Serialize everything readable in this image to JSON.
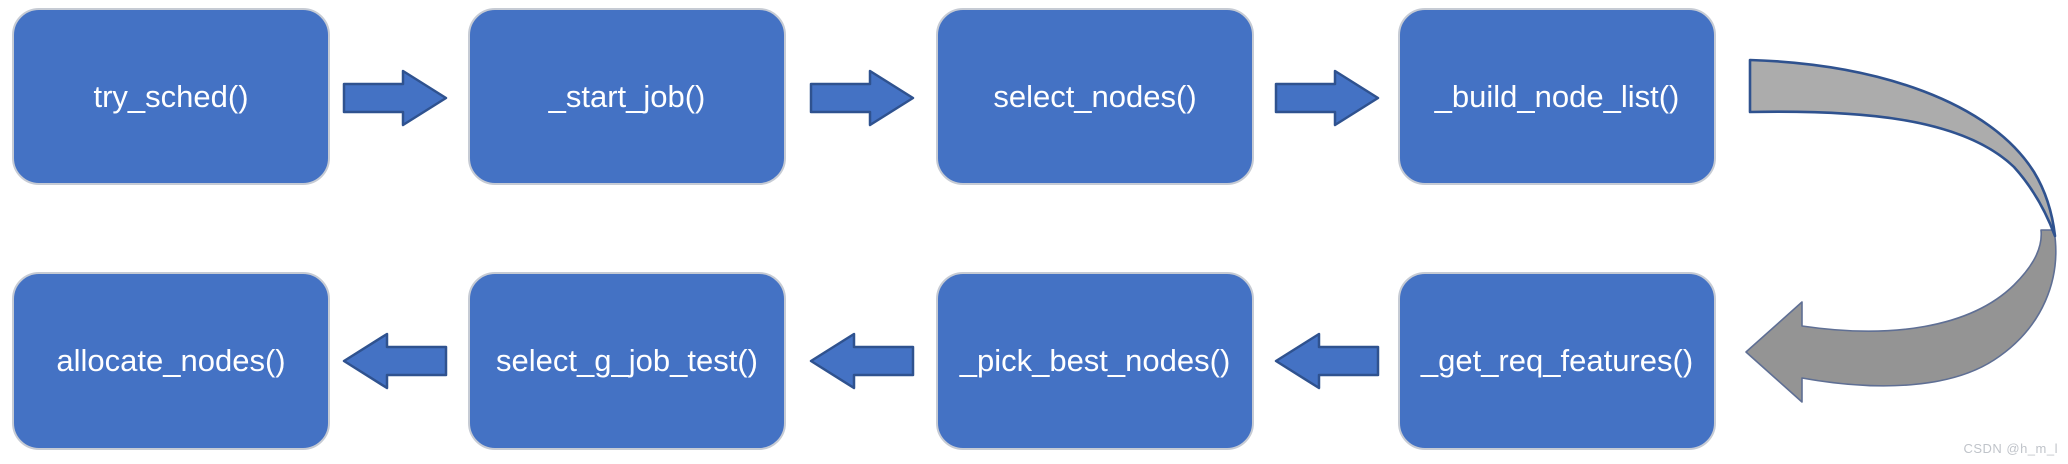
{
  "diagram": {
    "description": "slurm scheduler call flowchart",
    "flow_nodes": [
      {
        "id": "try-sched",
        "label": "try_sched()",
        "row": 1,
        "order": 1
      },
      {
        "id": "start-job",
        "label": "_start_job()",
        "row": 1,
        "order": 2
      },
      {
        "id": "select-nodes",
        "label": "select_nodes()",
        "row": 1,
        "order": 3
      },
      {
        "id": "build-node-list",
        "label": "_build_node_list()",
        "row": 1,
        "order": 4
      },
      {
        "id": "get-req-features",
        "label": "_get_req_features()",
        "row": 2,
        "order": 5
      },
      {
        "id": "pick-best-nodes",
        "label": "_pick_best_nodes()",
        "row": 2,
        "order": 6
      },
      {
        "id": "select-g-job-test",
        "label": "select_g_job_test()",
        "row": 2,
        "order": 7
      },
      {
        "id": "allocate-nodes",
        "label": "allocate_nodes()",
        "row": 2,
        "order": 8
      }
    ],
    "flow_direction": "row 1 left-to-right, curved arrow down, row 2 right-to-left",
    "colors": {
      "node_fill": "#4472C4",
      "node_border": "#C6CBD4",
      "node_text": "#FFFFFF",
      "arrow_fill": "#4472C4",
      "arrow_border": "#2F528F",
      "curve_fill_top": "#ACACAC",
      "curve_fill_bottom": "#949494",
      "curve_border": "#2F528F",
      "background": "#FFFFFF"
    },
    "watermark": "CSDN @h_m_l"
  }
}
